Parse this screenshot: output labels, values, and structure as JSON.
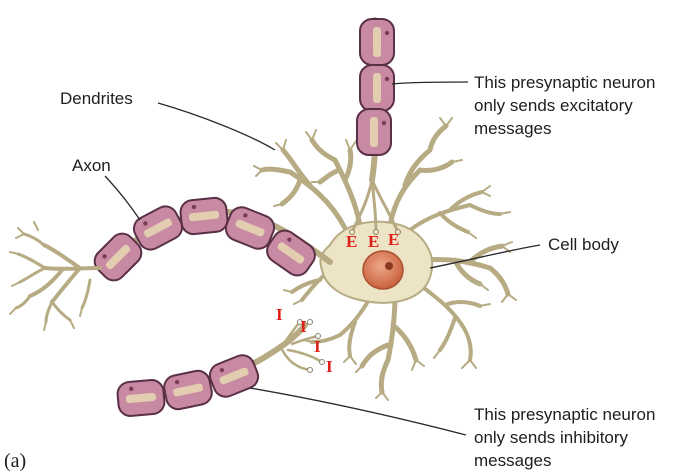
{
  "labels": {
    "dendrites": "Dendrites",
    "axon": "Axon",
    "cell_body": "Cell body",
    "excitatory_line1": "This presynaptic neuron",
    "excitatory_line2": "only sends excitatory",
    "excitatory_line3": "messages",
    "inhibitory_line1": "This presynaptic neuron",
    "inhibitory_line2": "only sends inhibitory",
    "inhibitory_line3": "messages",
    "panel": "(a)"
  },
  "synapse_marks": {
    "excitatory": "E",
    "inhibitory": "I"
  },
  "colors": {
    "neuron_fill": "#ece4c4",
    "neuron_stroke": "#8c8466",
    "myelin_fill": "#c889a2",
    "myelin_stroke": "#5a3046",
    "myelin_core": "#e8d9b4",
    "nucleus": "#d97a5f",
    "synapse_label": "#e0201b",
    "leader_line": "#2a2a2a"
  }
}
